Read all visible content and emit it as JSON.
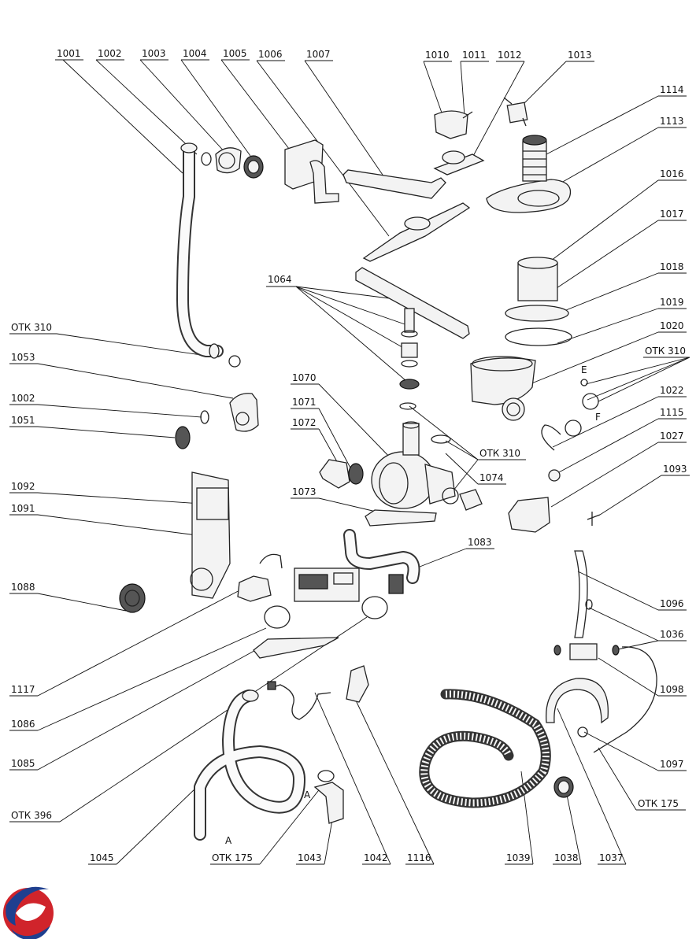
{
  "labels": {
    "l1001": "1001",
    "l1002": "1002",
    "l1003": "1003",
    "l1004": "1004",
    "l1005": "1005",
    "l1006": "1006",
    "l1007": "1007",
    "l1010": "1010",
    "l1011": "1011",
    "l1012": "1012",
    "l1013": "1013",
    "l1114": "1114",
    "l1113": "1113",
    "l1016": "1016",
    "l1017": "1017",
    "l1018": "1018",
    "l1019": "1019",
    "l1020": "1020",
    "lotk310a": "ОТК  310",
    "l1022": "1022",
    "l1115": "1115",
    "l1027": "1027",
    "l1093": "1093",
    "lotk310b": "ОТК  310",
    "l1053": "1053",
    "l1002b": "1002",
    "l1051": "1051",
    "l1092": "1092",
    "l1091": "1091",
    "l1088": "1088",
    "l1064": "1064",
    "l1070": "1070",
    "l1071": "1071",
    "l1072": "1072",
    "l1073": "1073",
    "lotk310c": "ОТК  310",
    "l1074": "1074",
    "l1083": "1083",
    "l1096": "1096",
    "l1036": "1036",
    "l1098": "1098",
    "l1097": "1097",
    "lotk175a": "ОТК  175",
    "l1117": "1117",
    "l1086": "1086",
    "l1085": "1085",
    "lotk396": "ОТК  396",
    "l1045": "1045",
    "lotk175b": "ОТК  175",
    "l1043": "1043",
    "l1042": "1042",
    "l1116": "1116",
    "l1039": "1039",
    "l1038": "1038",
    "l1037": "1037"
  },
  "markers": {
    "e": "E",
    "f": "F",
    "a1": "A",
    "a2": "A"
  },
  "colors": {
    "logo_red": "#d0242b",
    "logo_blue": "#1f3f8f",
    "line": "#111111"
  },
  "icons": {
    "logo": "brand-logo-icon"
  }
}
